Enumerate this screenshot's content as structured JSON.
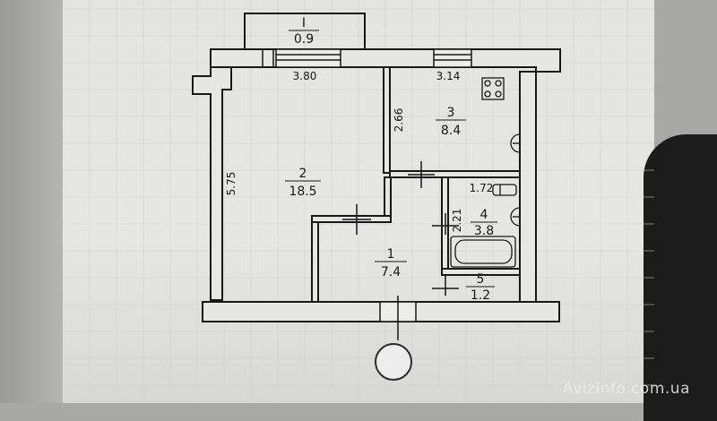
{
  "plan": {
    "balcony": {
      "number": "I",
      "area": "0.9"
    },
    "rooms": [
      {
        "id": "r1",
        "number": "1",
        "area": "7.4"
      },
      {
        "id": "r2",
        "number": "2",
        "area": "18.5"
      },
      {
        "id": "r3",
        "number": "3",
        "area": "8.4"
      },
      {
        "id": "r4",
        "number": "4",
        "area": "3.8"
      },
      {
        "id": "r5",
        "number": "5",
        "area": "1.2"
      }
    ],
    "dimensions": [
      "3.80",
      "3.14",
      "2.66",
      "5.75",
      "1.72",
      "2.21"
    ]
  },
  "watermark": "AvizInfo.com.ua",
  "colors": {
    "line": "#161616",
    "paper": "#e6e6e4",
    "shadow": "#1c1c1c",
    "marker": "#ececec"
  },
  "icons": {
    "stove": "stove-icon",
    "bathtub": "bathtub-icon",
    "entry": "entry-marker"
  }
}
